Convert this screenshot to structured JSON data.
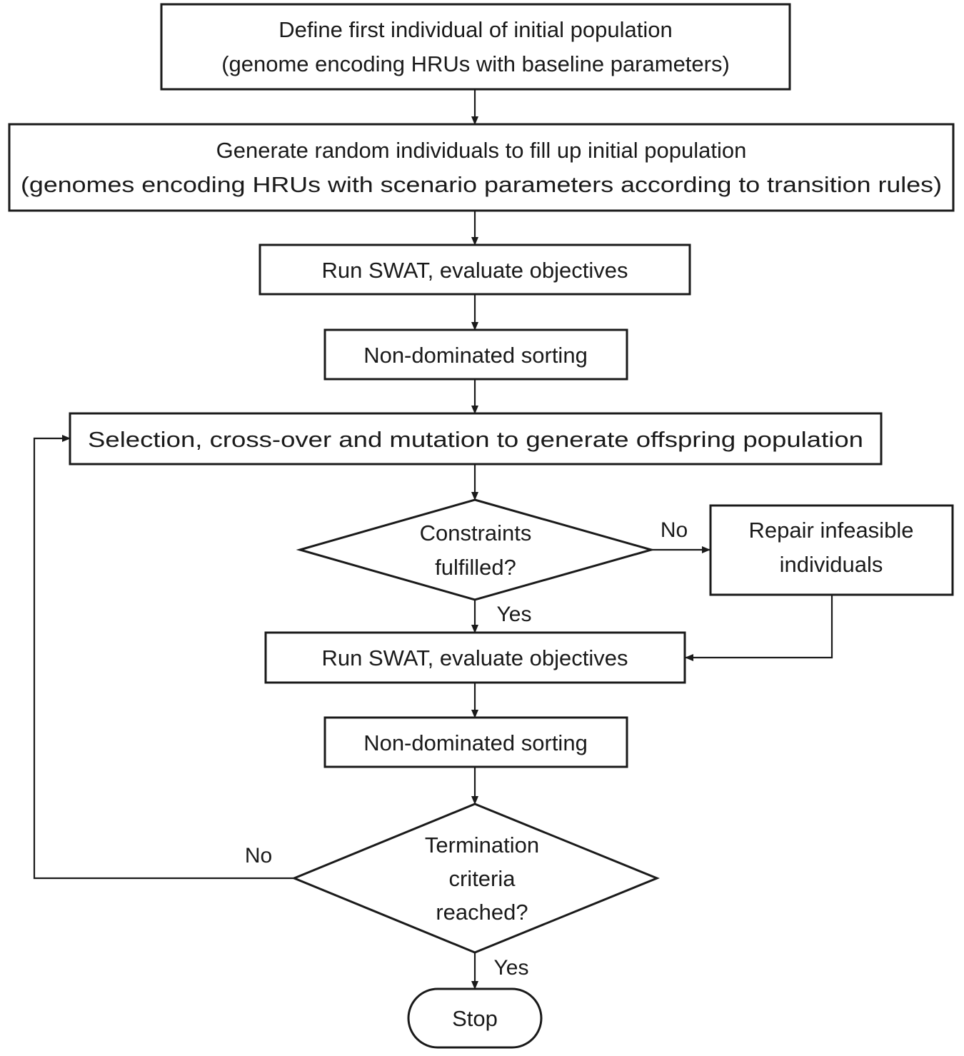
{
  "nodes": {
    "define_first": {
      "line1": "Define first individual of initial population",
      "line2": "(genome encoding HRUs with baseline parameters)"
    },
    "generate_random": {
      "line1": "Generate random individuals to fill up initial population",
      "line2": "(genomes encoding HRUs with scenario parameters according to transition rules)"
    },
    "run_swat_1": {
      "label": "Run SWAT, evaluate objectives"
    },
    "sorting_1": {
      "label": "Non-dominated sorting"
    },
    "selection": {
      "label": "Selection, cross-over and mutation to generate offspring population"
    },
    "constraints": {
      "line1": "Constraints",
      "line2": "fulfilled?"
    },
    "repair": {
      "line1": "Repair infeasible",
      "line2": "individuals"
    },
    "run_swat_2": {
      "label": "Run SWAT, evaluate objectives"
    },
    "sorting_2": {
      "label": "Non-dominated sorting"
    },
    "termination": {
      "line1": "Termination",
      "line2": "criteria",
      "line3": "reached?"
    },
    "stop": {
      "label": "Stop"
    }
  },
  "edge_labels": {
    "constraints_no": "No",
    "constraints_yes": "Yes",
    "termination_no": "No",
    "termination_yes": "Yes"
  }
}
